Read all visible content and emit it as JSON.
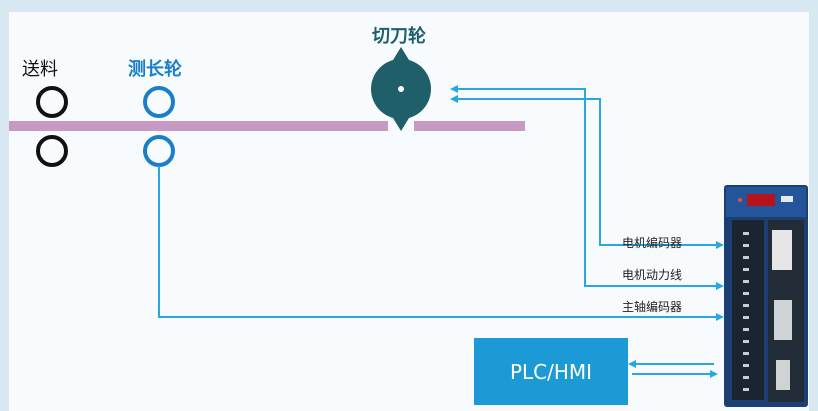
{
  "labels": {
    "feed": "送料",
    "measuring_wheel": "测长轮",
    "cutter_wheel": "切刀轮",
    "motor_encoder": "电机编码器",
    "motor_power_cable": "电机动力线",
    "spindle_encoder": "主轴编码器",
    "plc_hmi": "PLC/HMI"
  },
  "colors": {
    "material_strip": "#c79ac3",
    "signal_line": "#29a8e0",
    "cutter": "#1f5f6a",
    "measuring_wheel": "#1a7fc8",
    "feed_roller": "#111111",
    "plc_box": "#1b9ad6",
    "drive_body": "#1c3f73"
  }
}
